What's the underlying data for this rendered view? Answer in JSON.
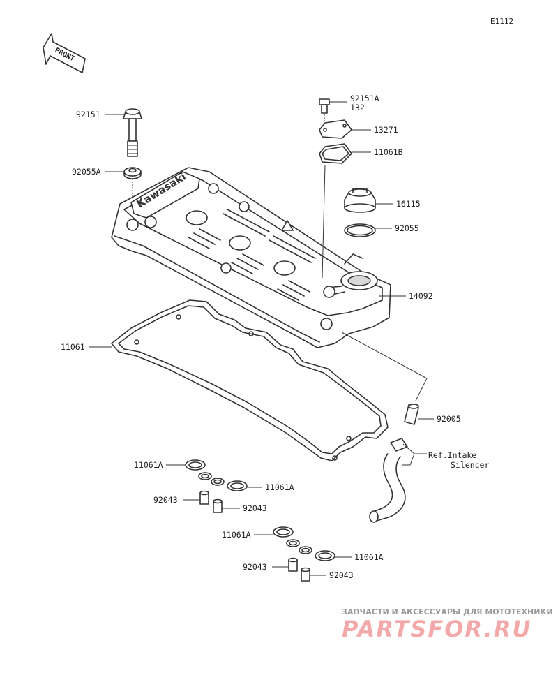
{
  "diagram_code": "E1112",
  "front_label": "FRONT",
  "cover_logo": "Kawasaki",
  "labels": {
    "p92151": "92151",
    "p92055A": "92055A",
    "p92151A": "92151A",
    "p132": "132",
    "p13271": "13271",
    "p11061B": "11061B",
    "p16115": "16115",
    "p92055": "92055",
    "p14092": "14092",
    "p11061": "11061",
    "p92005": "92005",
    "ref_line1": "Ref.Intake",
    "ref_line2": "Silencer",
    "a_11061A_1": "11061A",
    "a_11061A_2": "11061A",
    "a_92043_1": "92043",
    "a_92043_2": "92043",
    "b_11061A_1": "11061A",
    "b_11061A_2": "11061A",
    "b_92043_1": "92043",
    "b_92043_2": "92043"
  },
  "watermark": {
    "tagline": "ЗАПЧАСТИ И АКСЕССУАРЫ ДЛЯ МОТОТЕХНИКИ",
    "logo": "PARTSFOR.RU"
  },
  "colors": {
    "line": "#333333",
    "watermark_logo": "#f3a9a9",
    "watermark_text": "#9a9a9a"
  }
}
